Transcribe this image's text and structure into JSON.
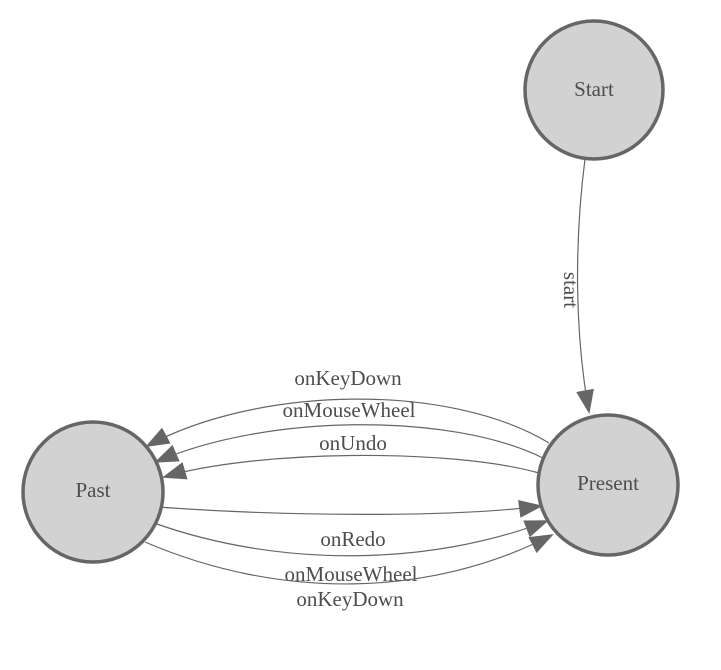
{
  "diagram": {
    "type": "state-machine-graph",
    "colors": {
      "background": "#ffffff",
      "node_fill": "#d2d2d2",
      "node_border": "#666666",
      "edge": "#666666",
      "arrowhead": "#666666",
      "text": "#4d4d4d"
    },
    "nodes": [
      {
        "id": "start",
        "label": "Start"
      },
      {
        "id": "present",
        "label": "Present"
      },
      {
        "id": "past",
        "label": "Past"
      }
    ],
    "edges": [
      {
        "from": "Start",
        "to": "Present",
        "label": "start"
      },
      {
        "from": "Present",
        "to": "Past",
        "label": "onKeyDown"
      },
      {
        "from": "Present",
        "to": "Past",
        "label": "onMouseWheel"
      },
      {
        "from": "Present",
        "to": "Past",
        "label": "onUndo"
      },
      {
        "from": "Past",
        "to": "Present",
        "label": "onRedo"
      },
      {
        "from": "Past",
        "to": "Present",
        "label": "onMouseWheel"
      },
      {
        "from": "Past",
        "to": "Present",
        "label": "onKeyDown"
      }
    ]
  }
}
